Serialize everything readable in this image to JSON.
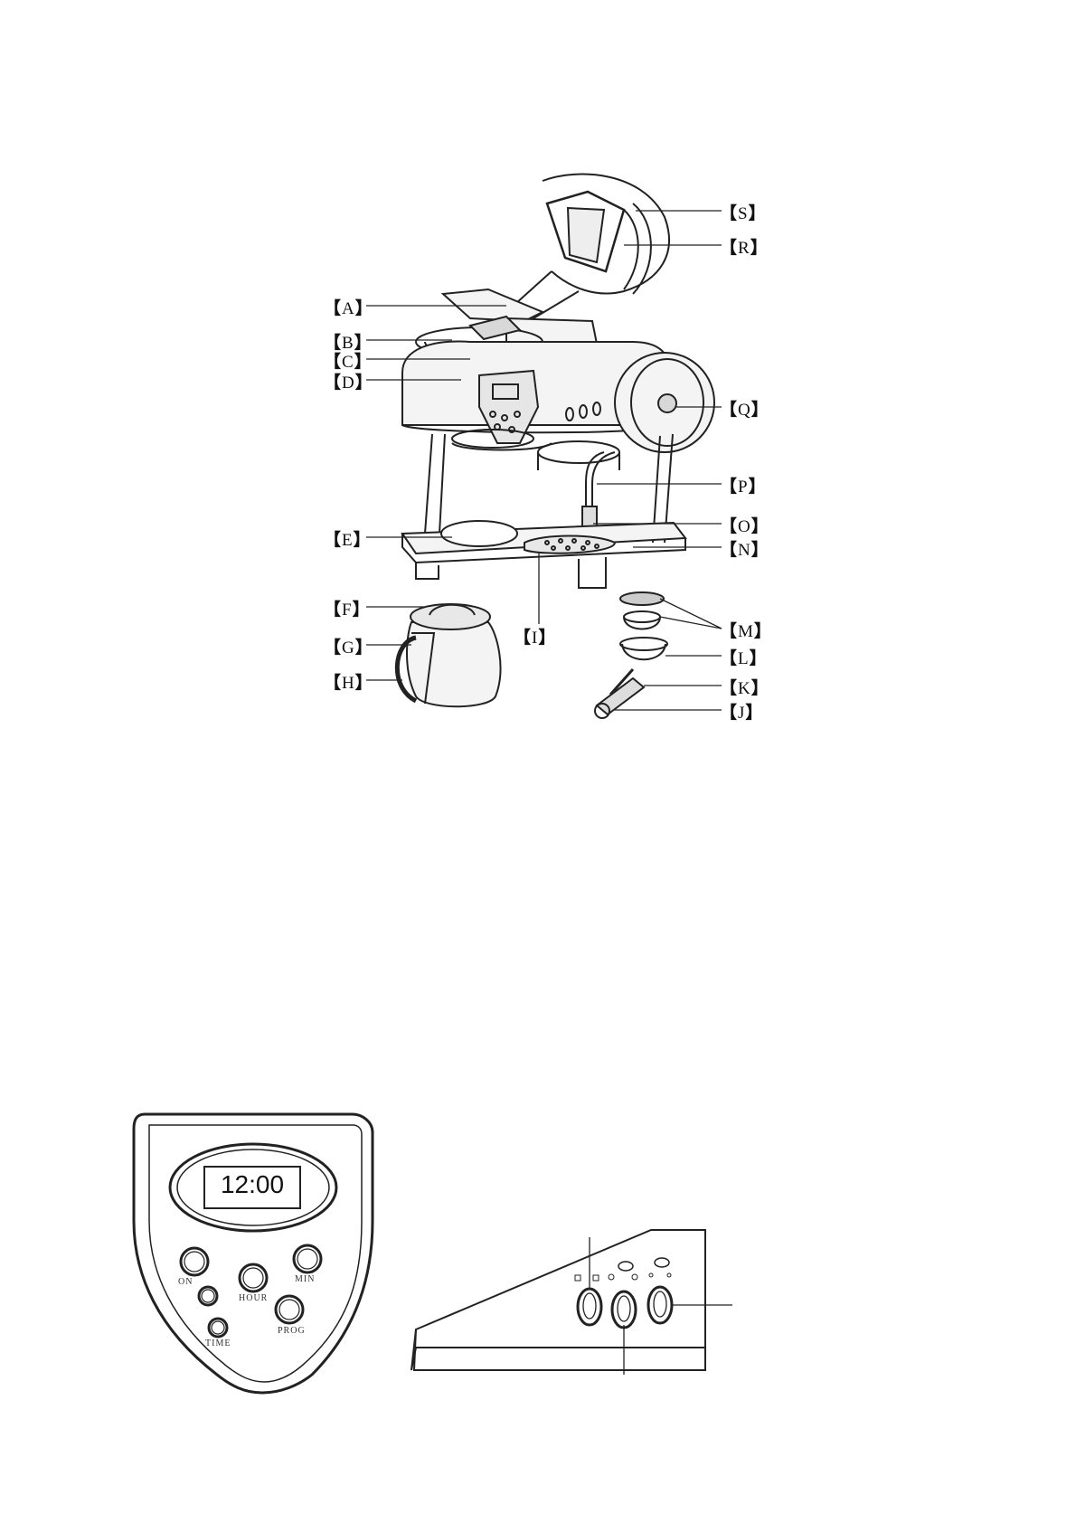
{
  "labels": {
    "A": "A",
    "B": "B",
    "C": "C",
    "D": "D",
    "E": "E",
    "F": "F",
    "G": "G",
    "H": "H",
    "I": "I",
    "J": "J",
    "K": "K",
    "L": "L",
    "M": "M",
    "N": "N",
    "O": "O",
    "P": "P",
    "Q": "Q",
    "R": "R",
    "S": "S"
  },
  "bracket": {
    "open": "【",
    "close": "】"
  },
  "control_panel": {
    "display_time": "12:00",
    "buttons": {
      "on": "ON",
      "hour": "HOUR",
      "min": "MIN",
      "time": "TIME",
      "prog": "PROG"
    }
  },
  "colors": {
    "line": "#222222",
    "fill_light": "#f4f4f4",
    "fill_mid": "#d8d8d8"
  }
}
